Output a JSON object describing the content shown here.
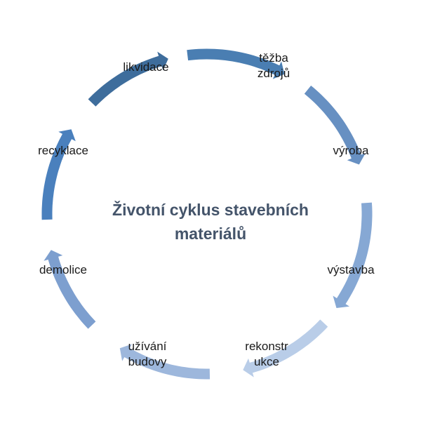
{
  "diagram": {
    "title_line1": "Životní cyklus stavebních",
    "title_line2": "materiálů",
    "stages": [
      {
        "label": "těžba\nzdrojů",
        "arrow_color": "#3e6d9c"
      },
      {
        "label": "výroba",
        "arrow_color": "#4a7eb2"
      },
      {
        "label": "výstavba",
        "arrow_color": "#6790c2"
      },
      {
        "label": "rekonstr\nukce",
        "arrow_color": "#86a8d4"
      },
      {
        "label": "užívání\nbudovy",
        "arrow_color": "#b9cde8"
      },
      {
        "label": "demolice",
        "arrow_color": "#9db7dc"
      },
      {
        "label": "recyklace",
        "arrow_color": "#7d9fcf"
      },
      {
        "label": "likvidace",
        "arrow_color": "#4a80bd"
      }
    ]
  }
}
